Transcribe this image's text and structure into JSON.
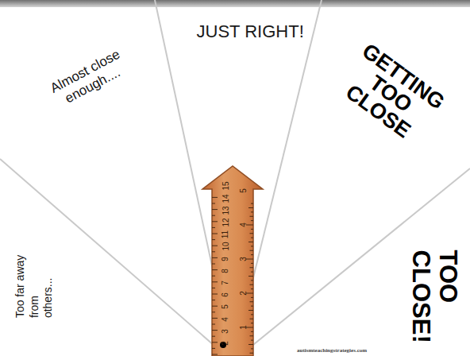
{
  "diagram": {
    "labels": [
      "Almost close enough....",
      "JUST RIGHT!",
      "GETTING TOO CLOSE",
      "Too far away from others...",
      "TOO CLOSE!",
      "2",
      "3",
      "4",
      "5",
      "6",
      "7",
      "8",
      "9",
      "10",
      "11",
      "12",
      "13",
      "14",
      "15",
      "1",
      "2",
      "3",
      "4",
      "5",
      "autismteachingstrategies.com"
    ]
  }
}
